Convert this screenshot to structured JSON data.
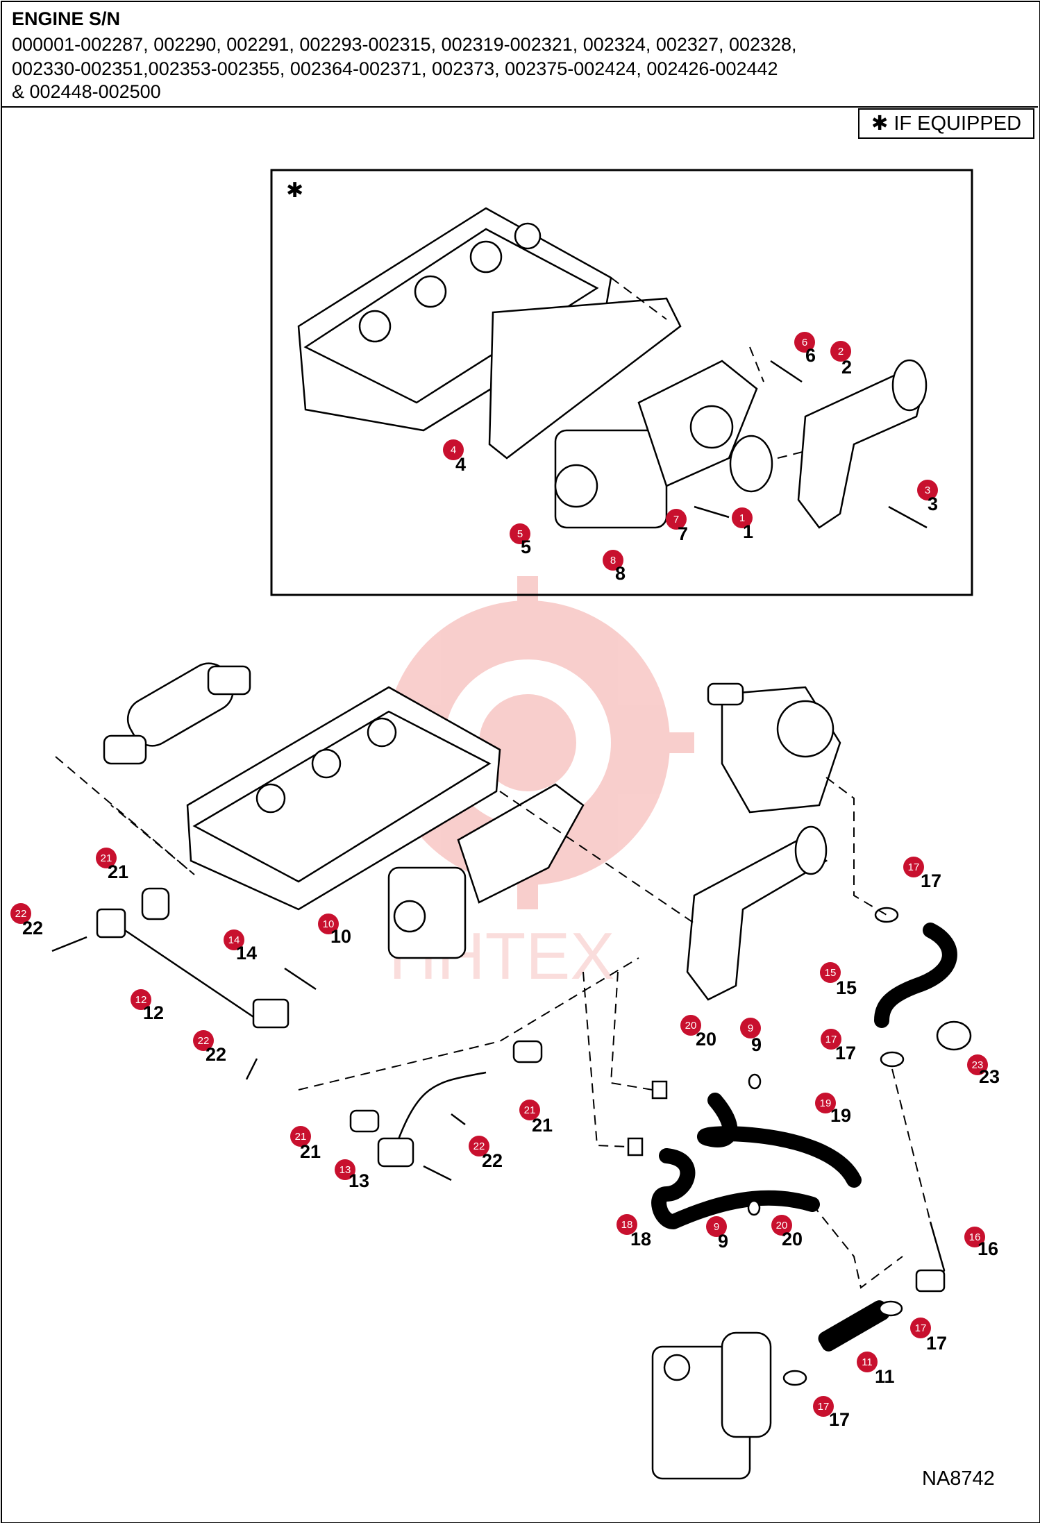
{
  "header": {
    "title": "ENGINE S/N",
    "lines": [
      "000001-002287, 002290, 002291, 002293-002315, 002319-002321, 002324, 002327, 002328,",
      "002330-002351,002353-002355, 002364-002371, 002373, 002375-002424, 002426-002442",
      "& 002448-002500"
    ]
  },
  "legend": {
    "text": "✱ IF EQUIPPED"
  },
  "inset": {
    "marker": "✱"
  },
  "callouts": {
    "c1": "1",
    "c2": "2",
    "c3": "3",
    "c4": "4",
    "c5": "5",
    "c6": "6",
    "c7": "7",
    "c8": "8",
    "c9a": "9",
    "c9b": "9",
    "c10": "10",
    "c11": "11",
    "c12": "12",
    "c13": "13",
    "c14": "14",
    "c15": "15",
    "c16": "16",
    "c17a": "17",
    "c17b": "17",
    "c17c": "17",
    "c17d": "17",
    "c18": "18",
    "c19": "19",
    "c20a": "20",
    "c20b": "20",
    "c21a": "21",
    "c21b": "21",
    "c21c": "21",
    "c22a": "22",
    "c22b": "22",
    "c22c": "22",
    "c23": "23"
  },
  "watermark": {
    "text": "HHTEX",
    "color": "#e2231a"
  },
  "colors": {
    "badge": "#c8102e",
    "line": "#000000"
  },
  "reference_code": "NA8742"
}
